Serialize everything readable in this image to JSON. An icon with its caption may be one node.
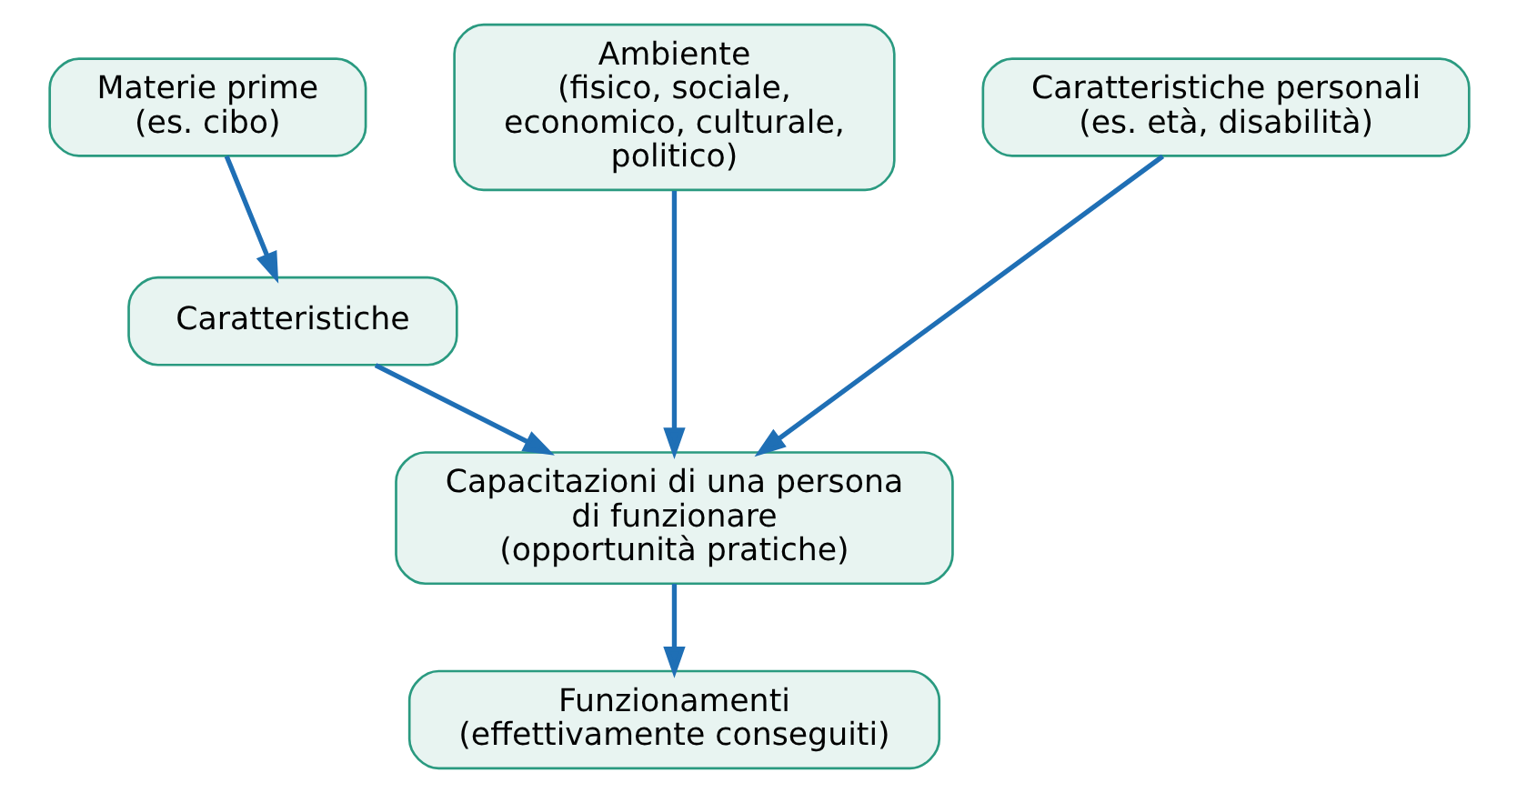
{
  "diagram": {
    "nodes": [
      {
        "text": [
          "Materie prime",
          "(es. cibo)"
        ]
      },
      {
        "text": [
          "Ambiente",
          "(fisico, sociale, economico, culturale, politico)"
        ]
      },
      {
        "text": [
          "Caratteristiche personali",
          "(es. età, disabilità)"
        ]
      },
      {
        "text": [
          "Caratteristiche"
        ]
      },
      {
        "text": [
          "Capacitazioni di una persona di funzionare",
          "(opportunità pratiche)"
        ]
      },
      {
        "text": [
          "Funzionamenti",
          "(effettivamente conseguiti)"
        ]
      }
    ],
    "edges": [
      {
        "from": 0,
        "to": 3,
        "arrow": "to"
      },
      {
        "from": 3,
        "to": 4,
        "arrow": "to"
      },
      {
        "from": 1,
        "to": 4,
        "arrow": "to"
      },
      {
        "from": 2,
        "to": 4,
        "arrow": "to"
      },
      {
        "from": 4,
        "to": 5,
        "arrow": "to"
      }
    ]
  }
}
